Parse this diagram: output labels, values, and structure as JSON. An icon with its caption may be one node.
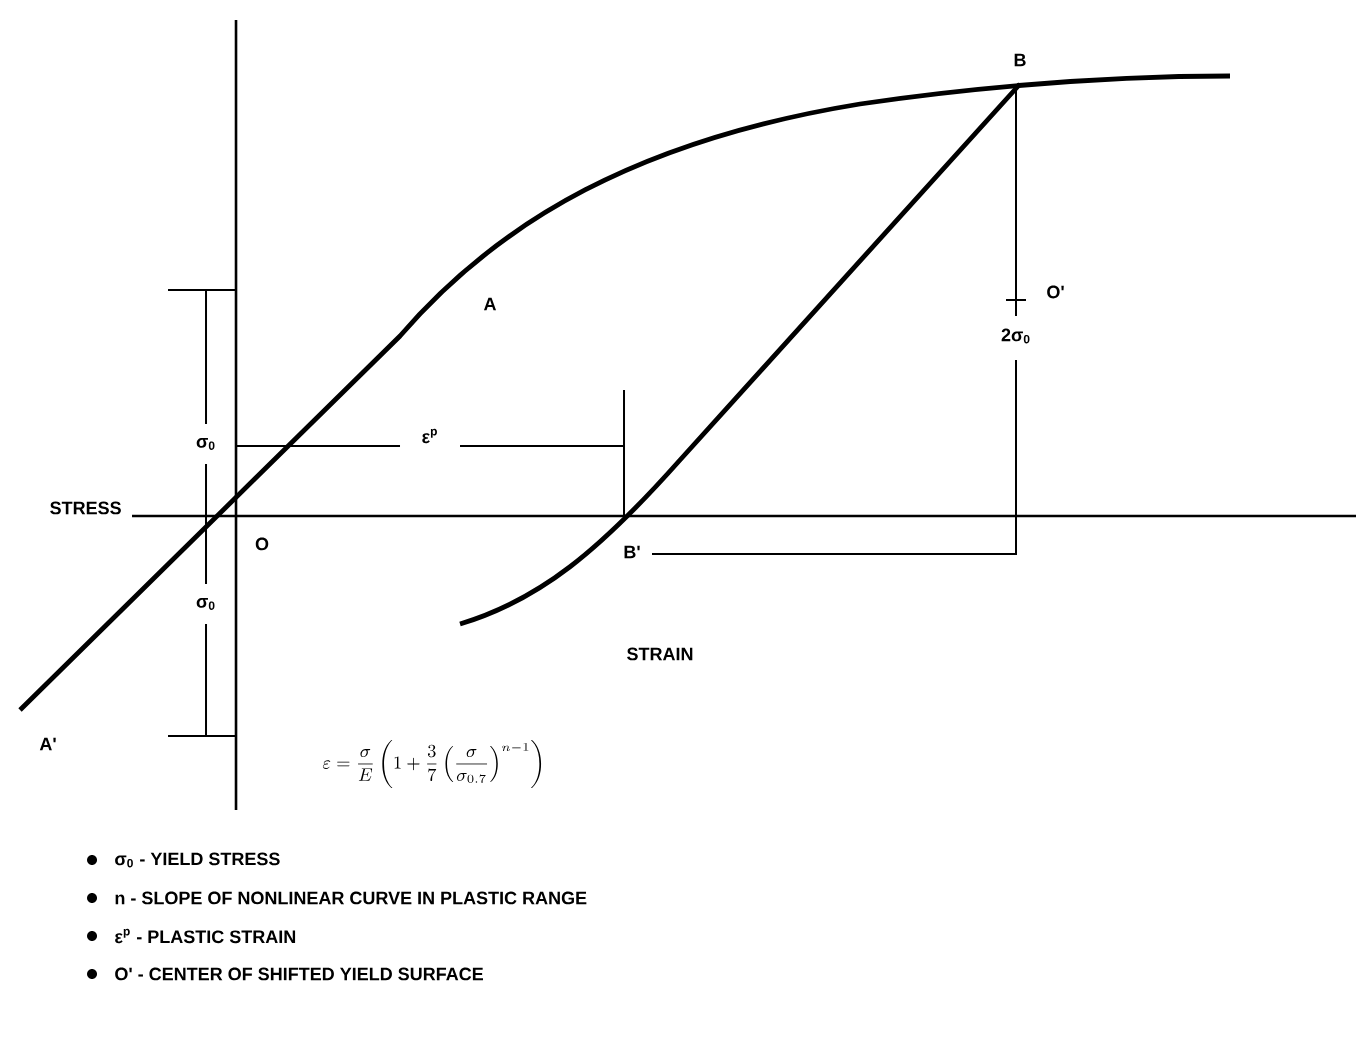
{
  "diagram": {
    "labels": [
      "A",
      "B",
      "σ$_{0}$",
      "ε$^{p}$",
      "O'",
      "2σ$_{0}$",
      "STRESS",
      "O",
      "σ$_{0}$",
      "B'",
      "STRAIN",
      "A'",
      "\\varepsilon = \\frac{\\sigma}{E}\\left(1 + \\frac{3}{7}\\left(\\frac{\\sigma}{\\sigma_{0.7}}\\right)^{n-1}\\right)",
      "σ$_{0}$ - YIELD STRESS",
      "n - SLOPE OF NONLINEAR CURVE IN PLASTIC RANGE",
      "ε$^{p}$ - PLASTIC STRAIN",
      "O' - CENTER OF SHIFTED YIELD SURFACE"
    ]
  }
}
